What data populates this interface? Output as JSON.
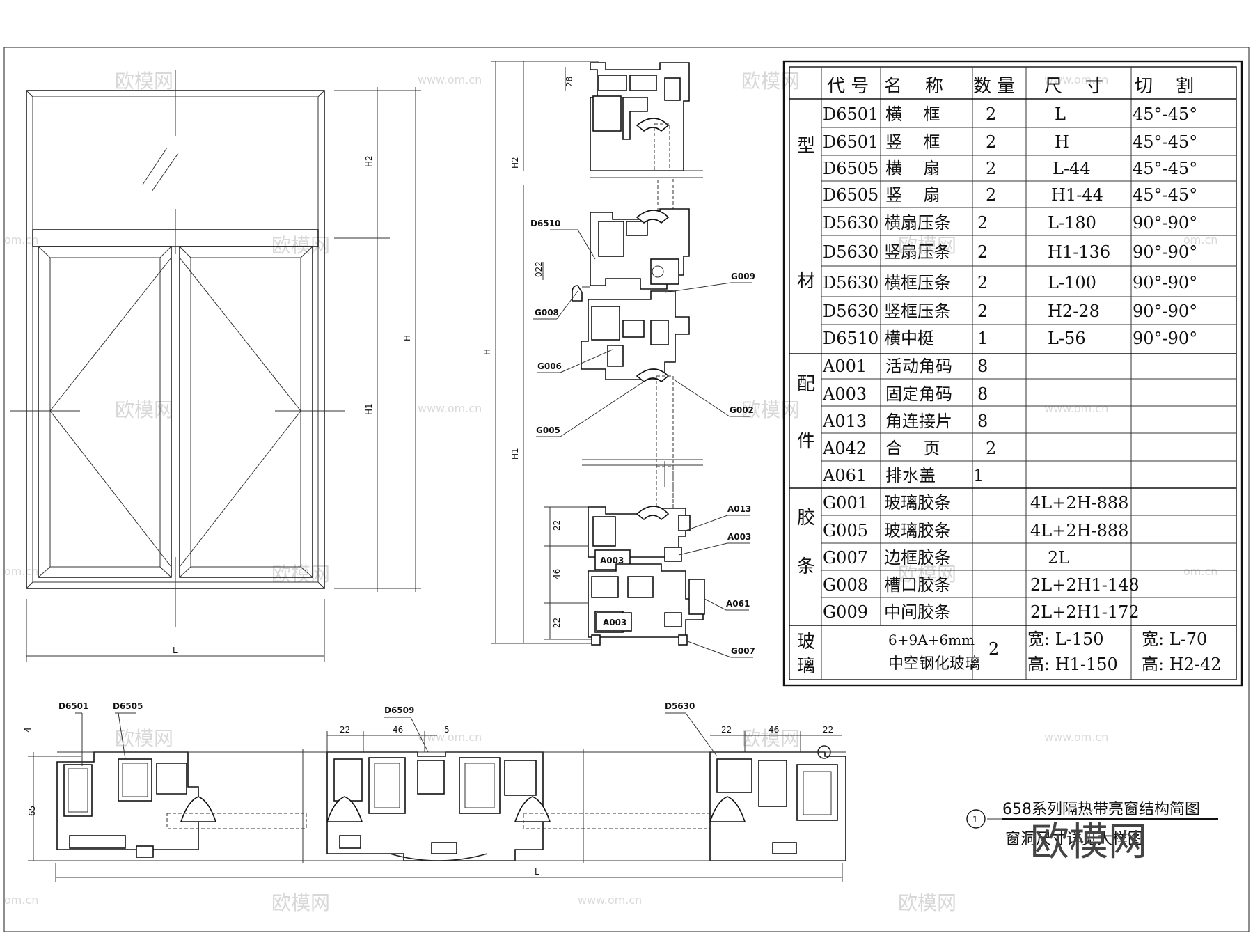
{
  "watermark": {
    "brand": "欧模网",
    "site": "www.om.cn",
    "corner": "om.cn",
    "big": "欧模网"
  },
  "elevation": {
    "dims": {
      "w": "L",
      "h": "H",
      "h1": "H1",
      "h2": "H2"
    }
  },
  "section_vertical": {
    "dims": {
      "h": "H",
      "h1": "H1",
      "h2": "H2",
      "d28": "28",
      "d22a": "22",
      "d46": "46",
      "d22b": "22",
      "d22c": "22"
    },
    "part_labels": [
      "D6510",
      "G009",
      "G008",
      "G006",
      "G002",
      "G005",
      "A013",
      "A003",
      "A061",
      "G007"
    ],
    "box_labels": [
      "A003",
      "A003"
    ]
  },
  "section_horizontal": {
    "dims": {
      "d4": "4",
      "d65": "65",
      "d22a": "22",
      "d46a": "46",
      "d5": "5",
      "d22b": "22",
      "d46b": "46",
      "d22c": "22",
      "w": "L"
    },
    "part_labels": [
      "D6501",
      "D6505",
      "D6509",
      "D5630"
    ]
  },
  "table": {
    "headers": [
      "代 号",
      "名    称",
      "数 量",
      "尺    寸",
      "切    割"
    ],
    "categories": [
      "型",
      "材",
      "配",
      "件",
      "胶",
      "条",
      "玻",
      "璃"
    ],
    "rows": [
      [
        "D6501",
        "横    框",
        "2",
        "L",
        "45°-45°"
      ],
      [
        "D6501",
        "竖    框",
        "2",
        "H",
        "45°-45°"
      ],
      [
        "D6505",
        "横    扇",
        "2",
        "L-44",
        "45°-45°"
      ],
      [
        "D6505",
        "竖    扇",
        "2",
        "H1-44",
        "45°-45°"
      ],
      [
        "D5630",
        "横扇压条",
        "2",
        "L-180",
        "90°-90°"
      ],
      [
        "D5630",
        "竖扇压条",
        "2",
        "H1-136",
        "90°-90°"
      ],
      [
        "D5630",
        "横框压条",
        "2",
        "L-100",
        "90°-90°"
      ],
      [
        "D5630",
        "竖框压条",
        "2",
        "H2-28",
        "90°-90°"
      ],
      [
        "D6510",
        "横中梃",
        "1",
        "L-56",
        "90°-90°"
      ],
      [
        "A001",
        "活动角码",
        "8",
        "",
        ""
      ],
      [
        "A003",
        "固定角码",
        "8",
        "",
        ""
      ],
      [
        "A013",
        "角连接片",
        "8",
        "",
        ""
      ],
      [
        "A042",
        "合    页",
        "2",
        "",
        ""
      ],
      [
        "A061",
        "排水盖",
        "1",
        "",
        ""
      ],
      [
        "G001",
        "玻璃胶条",
        "",
        "4L+2H-888",
        ""
      ],
      [
        "G005",
        "玻璃胶条",
        "",
        "4L+2H-888",
        ""
      ],
      [
        "G007",
        "边框胶条",
        "",
        "2L",
        ""
      ],
      [
        "G008",
        "槽口胶条",
        "",
        "2L+2H1-148",
        ""
      ],
      [
        "G009",
        "中间胶条",
        "",
        "2L+2H1-172",
        ""
      ]
    ],
    "glass": {
      "spec1": "6+9A+6mm",
      "spec2": "中空钢化玻璃",
      "qty": "2",
      "w1": "宽:  L-150",
      "h1": "高:  H1-150",
      "w2": "宽:  L-70",
      "h2": "高:  H2-42"
    }
  },
  "title_block": {
    "number": "1",
    "line1": "658系列隔热带亮窗结构简图",
    "line2": "窗洞尺寸详见大样图"
  }
}
